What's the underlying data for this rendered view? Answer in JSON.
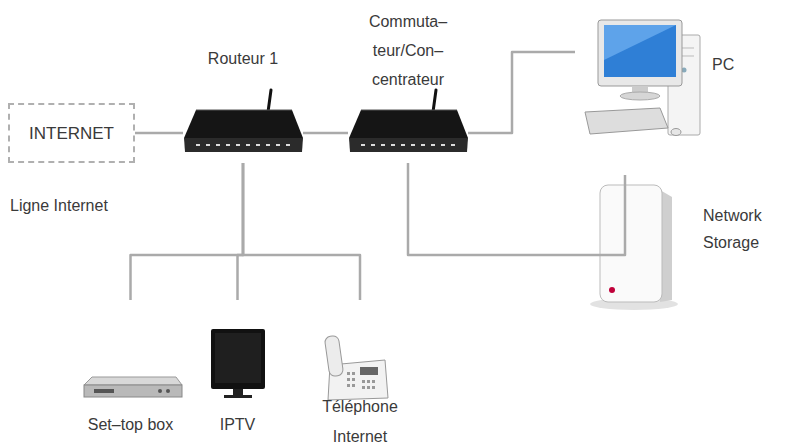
{
  "diagram": {
    "nodes": [
      {
        "text": [
          "INTERNET",
          "Ligne Internet"
        ]
      },
      {
        "text": [
          "Routeur 1"
        ]
      },
      {
        "text": [
          "Commuta– teur/Con– centrateur"
        ]
      },
      {
        "text": [
          "PC"
        ]
      },
      {
        "text": [
          "Network Storage"
        ]
      },
      {
        "text": [
          "Set–top box"
        ]
      },
      {
        "text": [
          "IPTV"
        ]
      },
      {
        "text": [
          "Téléphone Internet"
        ]
      }
    ],
    "edges": [
      {
        "from": 0,
        "to": 1,
        "arrow": "none"
      },
      {
        "from": 1,
        "to": 2,
        "arrow": "none"
      },
      {
        "from": 2,
        "to": 3,
        "arrow": "none"
      },
      {
        "from": 2,
        "to": 4,
        "arrow": "none"
      },
      {
        "from": 1,
        "to": 5,
        "arrow": "none"
      },
      {
        "from": 1,
        "to": 6,
        "arrow": "none"
      },
      {
        "from": 1,
        "to": 7,
        "arrow": "none"
      }
    ]
  }
}
